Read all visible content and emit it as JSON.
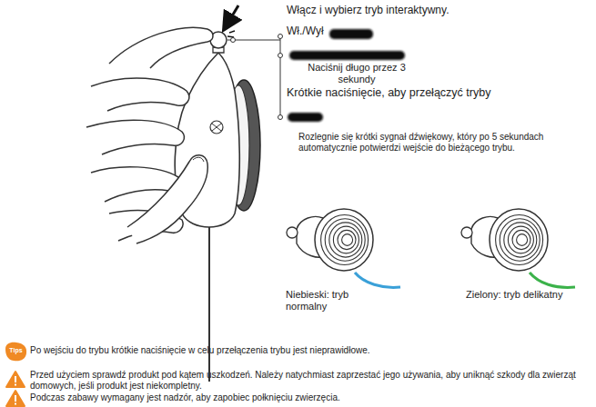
{
  "diagram": {
    "title": "Włącz i wybierz tryb interaktywny.",
    "labels": [
      "Wł./Wył",
      "Naciśnij długo przez 3 sekundy",
      "Krótkie naciśnięcie, aby przełączyć tryby",
      "Rozlegnie się krótki sygnał dźwiękowy, który po 5 sekundach automatycznie potwierdzi wejście do bieżącego trybu.",
      "Niebieski: tryb normalny",
      "Zielony: tryb delikatny",
      "Tips",
      "Po wejściu do trybu krótkie naciśnięcie w celu przełączenia trybu jest nieprawidłowe.",
      "Przed użyciem sprawdź produkt pod kątem uszkodzeń. Należy natychmiast zaprzestać jego używania, aby uniknąć szkody dla zwierząt domowych, jeśli produkt jest niekompletny.",
      "Podczas zabawy wymagany jest nadzór, aby zapobiec połknięciu zwierzęcia."
    ]
  }
}
